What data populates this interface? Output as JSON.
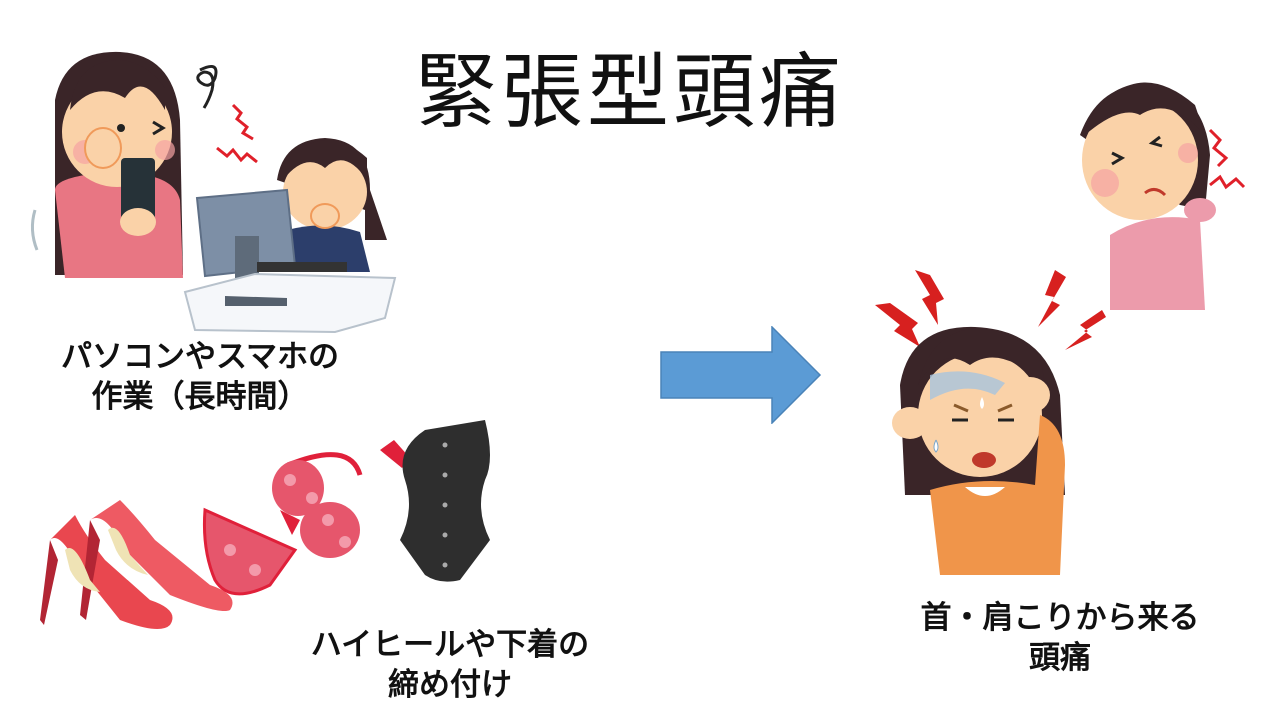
{
  "slide": {
    "title": "緊張型頭痛",
    "background": "#ffffff"
  },
  "causes": [
    {
      "caption_line1": "パソコンやスマホの",
      "caption_line2": "作業（長時間）",
      "illustrations": [
        "woman-rubbing-eye-with-smartphone",
        "woman-at-computer-pinching-nose"
      ]
    },
    {
      "caption_line1": "ハイヒールや下着の",
      "caption_line2": "締め付け",
      "illustrations": [
        "red-high-heels",
        "pink-floral-bra-and-panties",
        "black-corset"
      ]
    }
  ],
  "arrow": {
    "direction": "right",
    "color": "#5b9bd5",
    "border": "#4a83b8"
  },
  "result": {
    "caption_line1": "首・肩こりから来る",
    "caption_line2": "頭痛",
    "illustrations": [
      "woman-holding-head-in-pain",
      "woman-with-stiff-shoulder"
    ]
  },
  "colors": {
    "pain_red": "#d7201f",
    "hair": "#3a2528",
    "skin": "#fad2a8",
    "pink_sweater": "#e87683",
    "orange_sweater": "#f0954a",
    "shoulder_pink": "#ec9bab"
  }
}
